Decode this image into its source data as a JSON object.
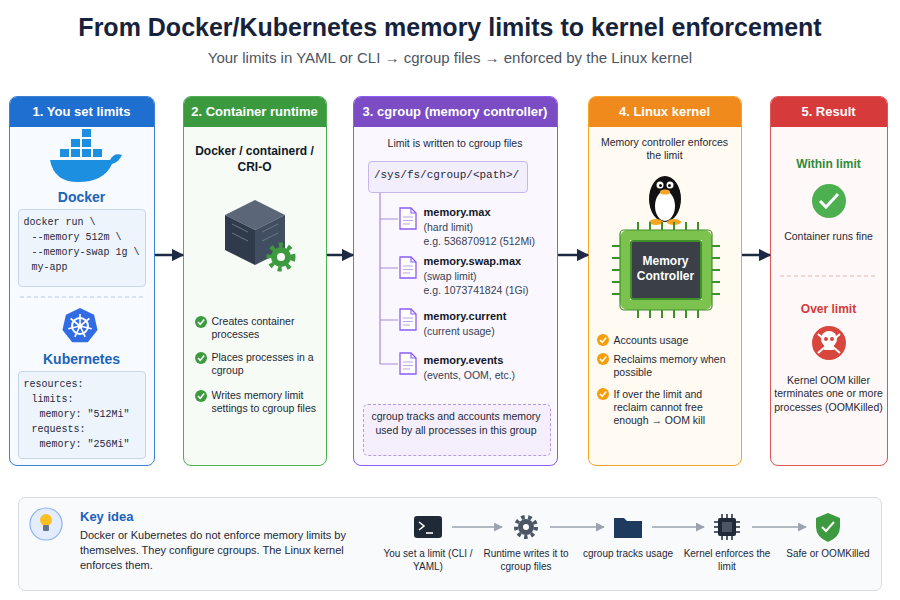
{
  "diagram": {
    "title": "From Docker/Kubernetes memory limits to kernel enforcement",
    "nodes": [
      {
        "text": [
          "1. You set limits",
          "Docker",
          "Kubernetes"
        ]
      },
      {
        "text": [
          "docker run \\",
          "--memory 512m \\",
          "--memory-swap 1g \\",
          "my-app"
        ],
        "in": 0
      },
      {
        "text": [
          "resources:",
          "limits:",
          "memory: \"512Mi\"",
          "requests:",
          "memory: \"256Mi\""
        ],
        "in": 0
      },
      {
        "text": [
          "2. Container runtime",
          "Docker / containerd / CRI-O",
          "Creates container processes",
          "Places processes in a cgroup",
          "Writes memory limit settings to cgroup files"
        ]
      },
      {
        "text": [
          "3. cgroup (memory controller)",
          "Limit is written to cgroup files",
          "memory.max",
          "(hard limit)",
          "e.g. 536870912 (512Mi)",
          "memory.swap.max",
          "(swap limit)",
          "e.g. 1073741824 (1Gi)",
          "memory.current",
          "(current usage)",
          "memory.events",
          "(events, OOM, etc.)"
        ]
      },
      {
        "text": [
          "/sys/fs/cgroup/<path>/"
        ],
        "in": 4
      },
      {
        "text": [
          "cgroup tracks and accounts memory used by all processes in this group"
        ],
        "in": 4
      },
      {
        "text": [
          "4. Linux kernel",
          "Memory controller enforces the limit",
          "Accounts usage",
          "Reclaims memory when possible",
          "If over the limit and reclaim cannot free enough → OOM kill"
        ]
      },
      {
        "text": [
          "Memory Controller"
        ],
        "in": 7
      },
      {
        "text": [
          "5. Result",
          "Within limit",
          "Container runs fine",
          "Over limit",
          "Kernel OOM killer terminates one or more processes (OOMKilled)"
        ]
      },
      {
        "text": [
          "Key idea",
          "Docker or Kubernetes do not enforce memory limits by themselves. They configure cgroups. The Linux kernel enforces them.",
          "You set a limit (CLI / YAML)",
          "Runtime writes it to cgroup files",
          "cgroup tracks usage",
          "Kernel enforces the limit",
          "Safe or OOMKilled"
        ]
      }
    ],
    "edges": [
      {
        "from": 0,
        "to": 3,
        "arrow": "to"
      },
      {
        "from": 3,
        "to": 4,
        "arrow": "to"
      },
      {
        "from": 4,
        "to": 7,
        "arrow": "to"
      },
      {
        "from": 7,
        "to": 9,
        "arrow": "to"
      }
    ],
    "labels": [
      "Your limits in YAML or CLI → cgroup files → enforced by the Linux kernel"
    ]
  }
}
